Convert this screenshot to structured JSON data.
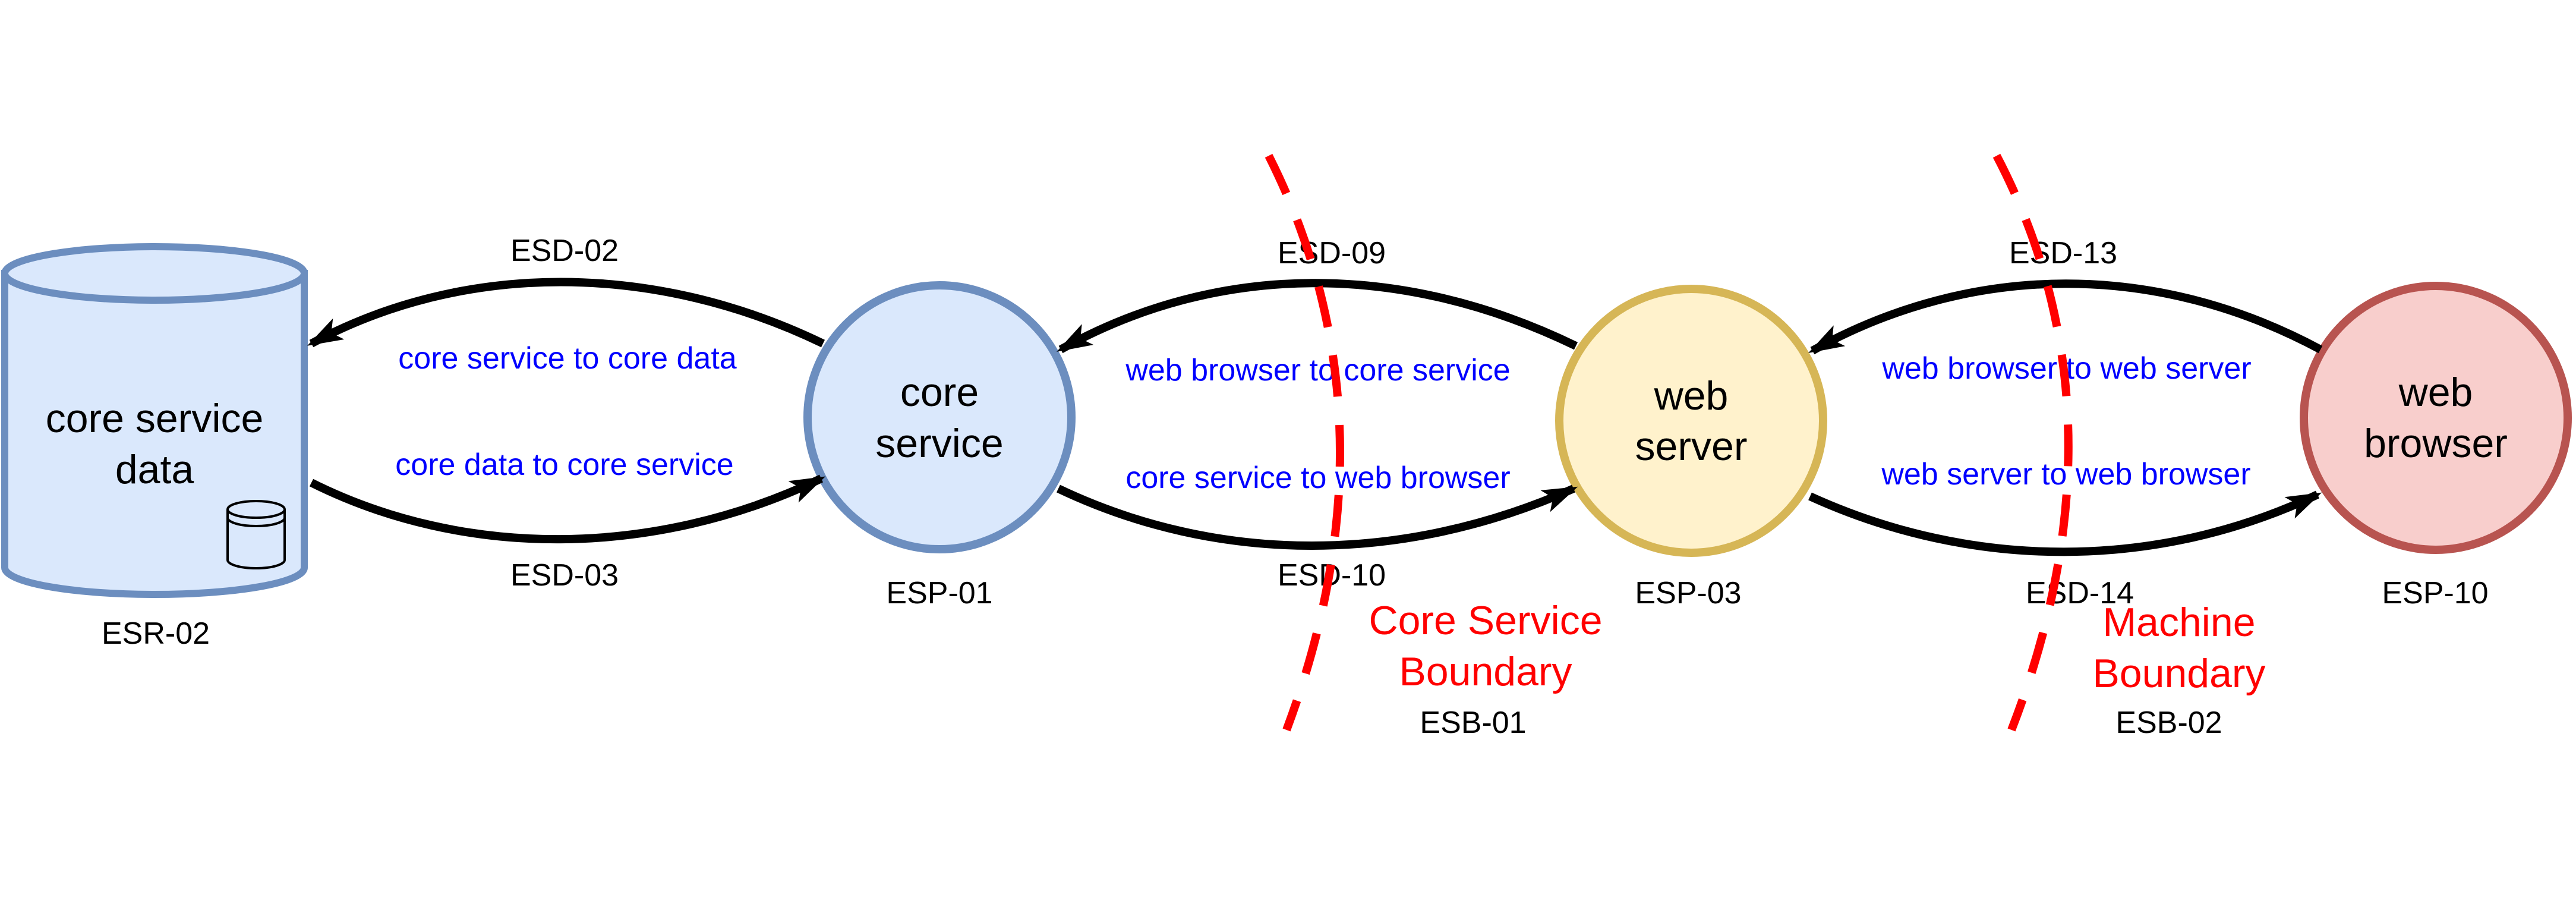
{
  "colors": {
    "datastore_fill": "#dae8fc",
    "datastore_stroke": "#6c8ebf",
    "core_fill": "#dae8fc",
    "core_stroke": "#6c8ebf",
    "web_server_fill": "#fff2cc",
    "web_server_stroke": "#d6b656",
    "browser_fill": "#f8cecc",
    "browser_stroke": "#b85450",
    "arrow": "#000000",
    "flow_label": "#0000ff",
    "boundary": "#ff0000"
  },
  "datastore": {
    "line1": "core service",
    "line2": "data",
    "id": "ESR-02",
    "icon": "database-icon"
  },
  "processes": {
    "core": {
      "line1": "core",
      "line2": "service",
      "id": "ESP-01"
    },
    "web_server": {
      "line1": "web",
      "line2": "server",
      "id": "ESP-03"
    },
    "browser": {
      "line1": "web",
      "line2": "browser",
      "id": "ESP-10"
    }
  },
  "flows": {
    "esd02": {
      "id": "ESD-02",
      "label": "core service to core data"
    },
    "esd03": {
      "id": "ESD-03",
      "label": "core data to core service"
    },
    "esd09": {
      "id": "ESD-09",
      "label": "web browser to core service"
    },
    "esd10": {
      "id": "ESD-10",
      "label": "core service to web browser"
    },
    "esd13": {
      "id": "ESD-13",
      "label": "web browser to web server"
    },
    "esd14": {
      "id": "ESD-14",
      "label": "web server to web browser"
    }
  },
  "boundaries": {
    "core": {
      "line1": "Core Service",
      "line2": "Boundary",
      "id": "ESB-01"
    },
    "machine": {
      "line1": "Machine",
      "line2": "Boundary",
      "id": "ESB-02"
    }
  }
}
